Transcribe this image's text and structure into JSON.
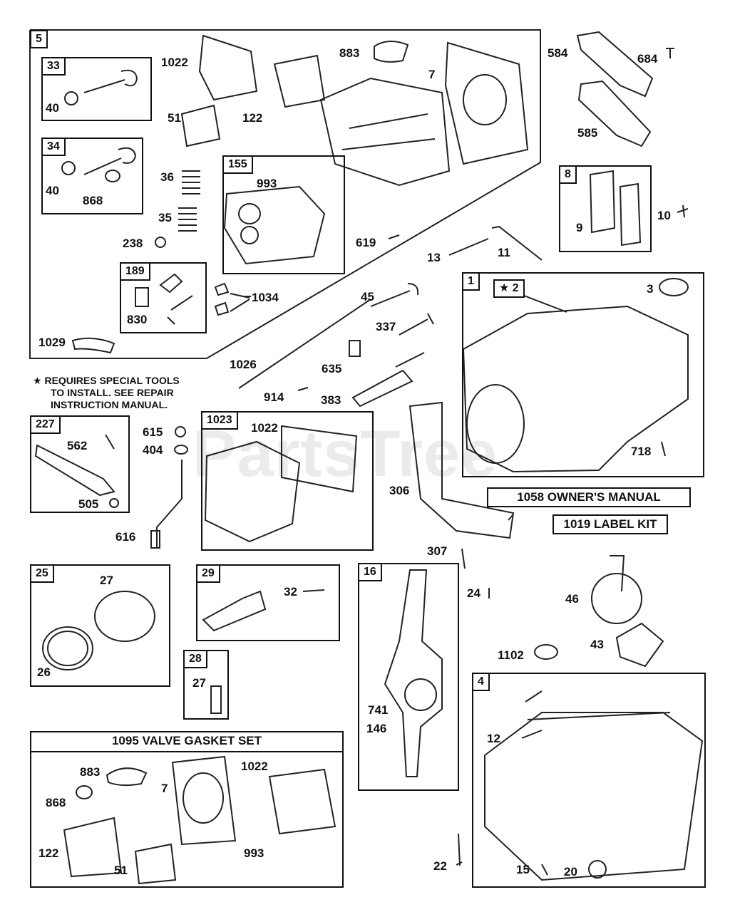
{
  "watermark": "PartsTree",
  "note": {
    "star": "★",
    "lines": [
      "REQUIRES SPECIAL TOOLS",
      "TO INSTALL. SEE REPAIR",
      "INSTRUCTION MANUAL."
    ]
  },
  "bars": {
    "owners_manual": "1058 OWNER'S MANUAL",
    "label_kit": "1019 LABEL KIT",
    "valve_gasket_set": "1095 VALVE GASKET SET"
  },
  "boxes": {
    "b5": "5",
    "b33": "33",
    "b34": "34",
    "b155": "155",
    "b189": "189",
    "b8": "8",
    "b1": "1",
    "b1_star": "★ 2",
    "b227": "227",
    "b1023": "1023",
    "b25": "25",
    "b29": "29",
    "b28": "28",
    "b16": "16",
    "b4": "4"
  },
  "labels": {
    "l1022a": "1022",
    "l883a": "883",
    "l7a": "7",
    "l584": "584",
    "l684": "684",
    "l40a": "40",
    "l51a": "51",
    "l122a": "122",
    "l585": "585",
    "l36": "36",
    "l993a": "993",
    "l40b": "40",
    "l868a": "868",
    "l35": "35",
    "l238": "238",
    "l619": "619",
    "l13": "13",
    "l11": "11",
    "l9": "9",
    "l10": "10",
    "l1034": "1034",
    "l830": "830",
    "l45": "45",
    "l3": "3",
    "l337": "337",
    "l1029": "1029",
    "l1026": "1026",
    "l635": "635",
    "l914": "914",
    "l383": "383",
    "l1022b": "1022",
    "l615": "615",
    "l404": "404",
    "l562": "562",
    "l505": "505",
    "l718": "718",
    "l306": "306",
    "l616": "616",
    "l307": "307",
    "l27a": "27",
    "l32": "32",
    "l24": "24",
    "l46": "46",
    "l43": "43",
    "l26": "26",
    "l1102": "1102",
    "l27b": "27",
    "l741": "741",
    "l146": "146",
    "l12": "12",
    "l883b": "883",
    "l1022c": "1022",
    "l7b": "7",
    "l868b": "868",
    "l122b": "122",
    "l993b": "993",
    "l51b": "51",
    "l22": "22",
    "l15": "15",
    "l20": "20"
  }
}
